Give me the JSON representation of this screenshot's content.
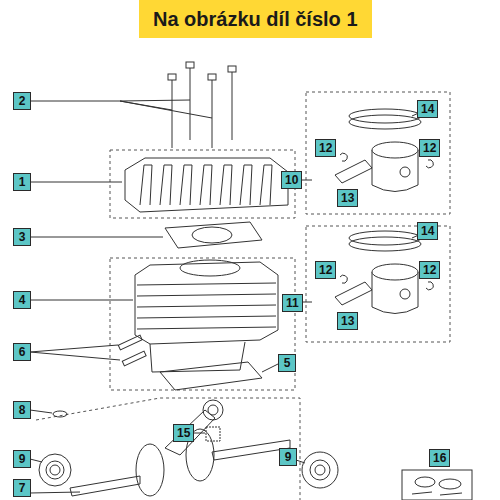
{
  "diagram": {
    "title": "Na obrázku díl číslo 1",
    "labels": [
      "2",
      "14",
      "12",
      "12",
      "1",
      "10",
      "13",
      "3",
      "14",
      "12",
      "12",
      "4",
      "11",
      "13",
      "6",
      "5",
      "8",
      "15",
      "9",
      "9",
      "16",
      "7"
    ]
  }
}
